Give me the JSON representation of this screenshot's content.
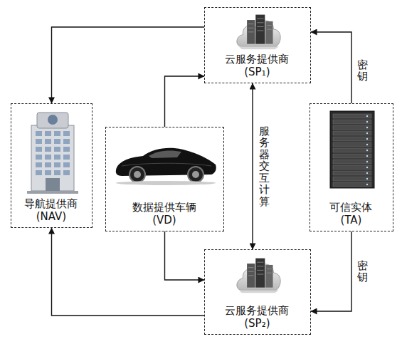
{
  "diagram": {
    "nodes": [
      {
        "text": [
          "云服务提供商 (SP₁)"
        ]
      },
      {
        "text": [
          "导航提供商 (NAV)"
        ]
      },
      {
        "text": [
          "数据提供车辆 (VD)"
        ]
      },
      {
        "text": [
          "可信实体 (TA)"
        ]
      },
      {
        "text": [
          "云服务提供商 (SP₂)"
        ]
      }
    ],
    "edges": [
      {
        "from": 2,
        "to": 0,
        "arrow": "to"
      },
      {
        "from": 2,
        "to": 4,
        "arrow": "to"
      },
      {
        "from": 0,
        "to": 1,
        "arrow": "to"
      },
      {
        "from": 4,
        "to": 1,
        "arrow": "to"
      },
      {
        "from": 0,
        "to": 4,
        "label": "服务器交互计算",
        "arrow": "both"
      },
      {
        "from": 3,
        "to": 0,
        "label": "密钥",
        "arrow": "to"
      },
      {
        "from": 3,
        "to": 4,
        "label": "密钥",
        "arrow": "to"
      }
    ]
  }
}
